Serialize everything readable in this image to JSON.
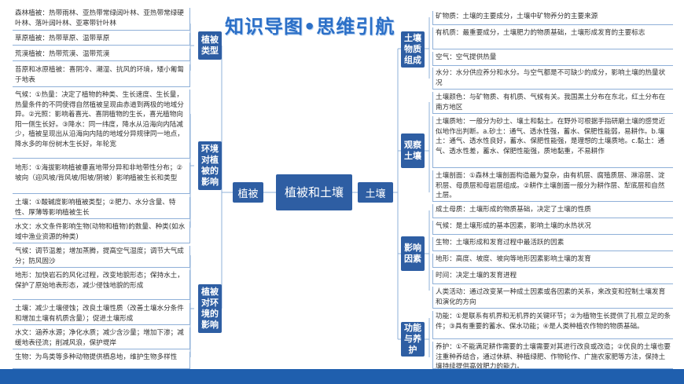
{
  "title": "知识导图•思维引航",
  "center": "植被和土壤",
  "left_hub": "植被",
  "right_hub": "土壤",
  "left": {
    "types": {
      "label": "植被类型",
      "items": [
        "森林植被：热带雨林、亚热带常绿阔叶林、亚热带常绿硬叶林、落叶阔叶林、亚寒带针叶林",
        "草原植被：热带草原、温带草原",
        "荒漠植被：热带荒漠、温带荒漠",
        "苔原和冰原植被：喜阴冷、潮湿、抗风的环境，矮小匍匐于地表"
      ]
    },
    "env_on_veg": {
      "label": "环境对植被的影响",
      "items": [
        "气候：①热量：决定了植物的种类、生长速度、生长量，热量条件的不同使得自然植被呈现由赤道到两极的地域分异。②光照：影响着喜光、喜阴植物的生长，喜光植物向阳一侧生长好。③降水：同一纬度，降水从沿海向内陆减少，植被呈现出从沿海向内陆的地域分异规律同一地点，降水多的年份树木生长好，年轮宽",
        "地形：①海拔影响植被垂直地带分异和非地带性分布；②坡向（迎风坡/背风坡/阳坡/阴坡）影响植被生长和类型",
        "土壤：①酸碱度影响植被类型；②肥力、水分含量、特性、厚薄等影响植被生长",
        "水文：水文条件影响生物(动物和植物)的数量、种类(如水域中渔业资源的种类)"
      ]
    },
    "veg_on_env": {
      "label": "植被对环境的影响",
      "items": [
        "气候：调节温差；增加蒸腾，提高空气湿度；调节大气成分；防风固沙",
        "地形：加快岩石的风化过程，改变地貌形态；保持水土，保护了原始地表形态，减少侵蚀地貌的形成",
        "土壤：减少土壤侵蚀；改良土壤性质（改善土壤水分条件和增加土壤有机质含量）；促进土壤形成",
        "水文：涵养水源；净化水质；减少含沙量；增加下渗；减缓地表径流；削减风浪，保护堤岸",
        "生物：为鸟类等多种动物提供栖息地，维护生物多样性"
      ]
    }
  },
  "right": {
    "composition": {
      "label": "土壤物质组成",
      "items": [
        "矿物质：土壤的主要成分，土壤中矿物养分的主要来源",
        "有机质：最重要成分，土壤肥力的物质基础，土壤形成发育的主要标志",
        "空气：空气提供热量",
        "水分：水分供应养分和水分。与空气都是不可缺少的成分，影响土壤的热量状况"
      ]
    },
    "observe": {
      "label": "观察土壤",
      "items": [
        "土壤颜色：与矿物质、有机质、气候有关。我国黑土分布在东北，红土分布在南方地区",
        "土壤质地：一般分为砂土、壤土和黏土。在野外可根据手指研磨土壤的感觉近似地作出判断。a.砂土：通气、透水性强，蓄水、保肥性能弱，易耕作。b.壤土：通气、透水性良好，蓄水、保肥性能强，是理想的土壤质地。c.黏土：通气、透水性差，蓄水、保肥性能强，质地黏重，不易耕作",
        "土壤剖面：①森林土壤剖面构造最为复杂，由有机层、腐殖质层、淋溶层、淀积层、母质层和母岩层组成。②耕作土壤剖面一般分为耕作层、犁底层和自然土层。"
      ]
    },
    "factors": {
      "label": "影响因素",
      "items": [
        "成土母质：土壤形成的物质基础，决定了土壤的性质",
        "气候：是土壤形成的基本因素，影响土壤的水热状况",
        "生物：土壤形成和发育过程中最活跃的因素",
        "地形：高度、坡度、坡向等地形因素影响土壤的发育",
        "时间：决定土壤的发育进程",
        "人类活动：通过改变某一种成土因素或各因素的关系，来改变和控制土壤发育和演化的方向"
      ]
    },
    "functions": {
      "label": "功能与养护",
      "items": [
        "功能：①是联系有机界和无机界的关键环节；②为植物生长提供了扎根立足的条件；③具有重要的蓄水、保水功能；④是人类种植农作物的物质基础。",
        "养护：①不能满足耕作需要的土壤需要对其进行改良或改造；②优良的土壤也要注重种养结合，通过休耕、种植绿肥、作物轮作、广施农家肥等方法，保持土壤持续提供高效肥力的能力。"
      ]
    }
  },
  "colors": {
    "box": "#2e5ea3",
    "line": "#8fb0d8",
    "title": "#2b6fc7",
    "bottom_bar": "#1f5fae"
  }
}
